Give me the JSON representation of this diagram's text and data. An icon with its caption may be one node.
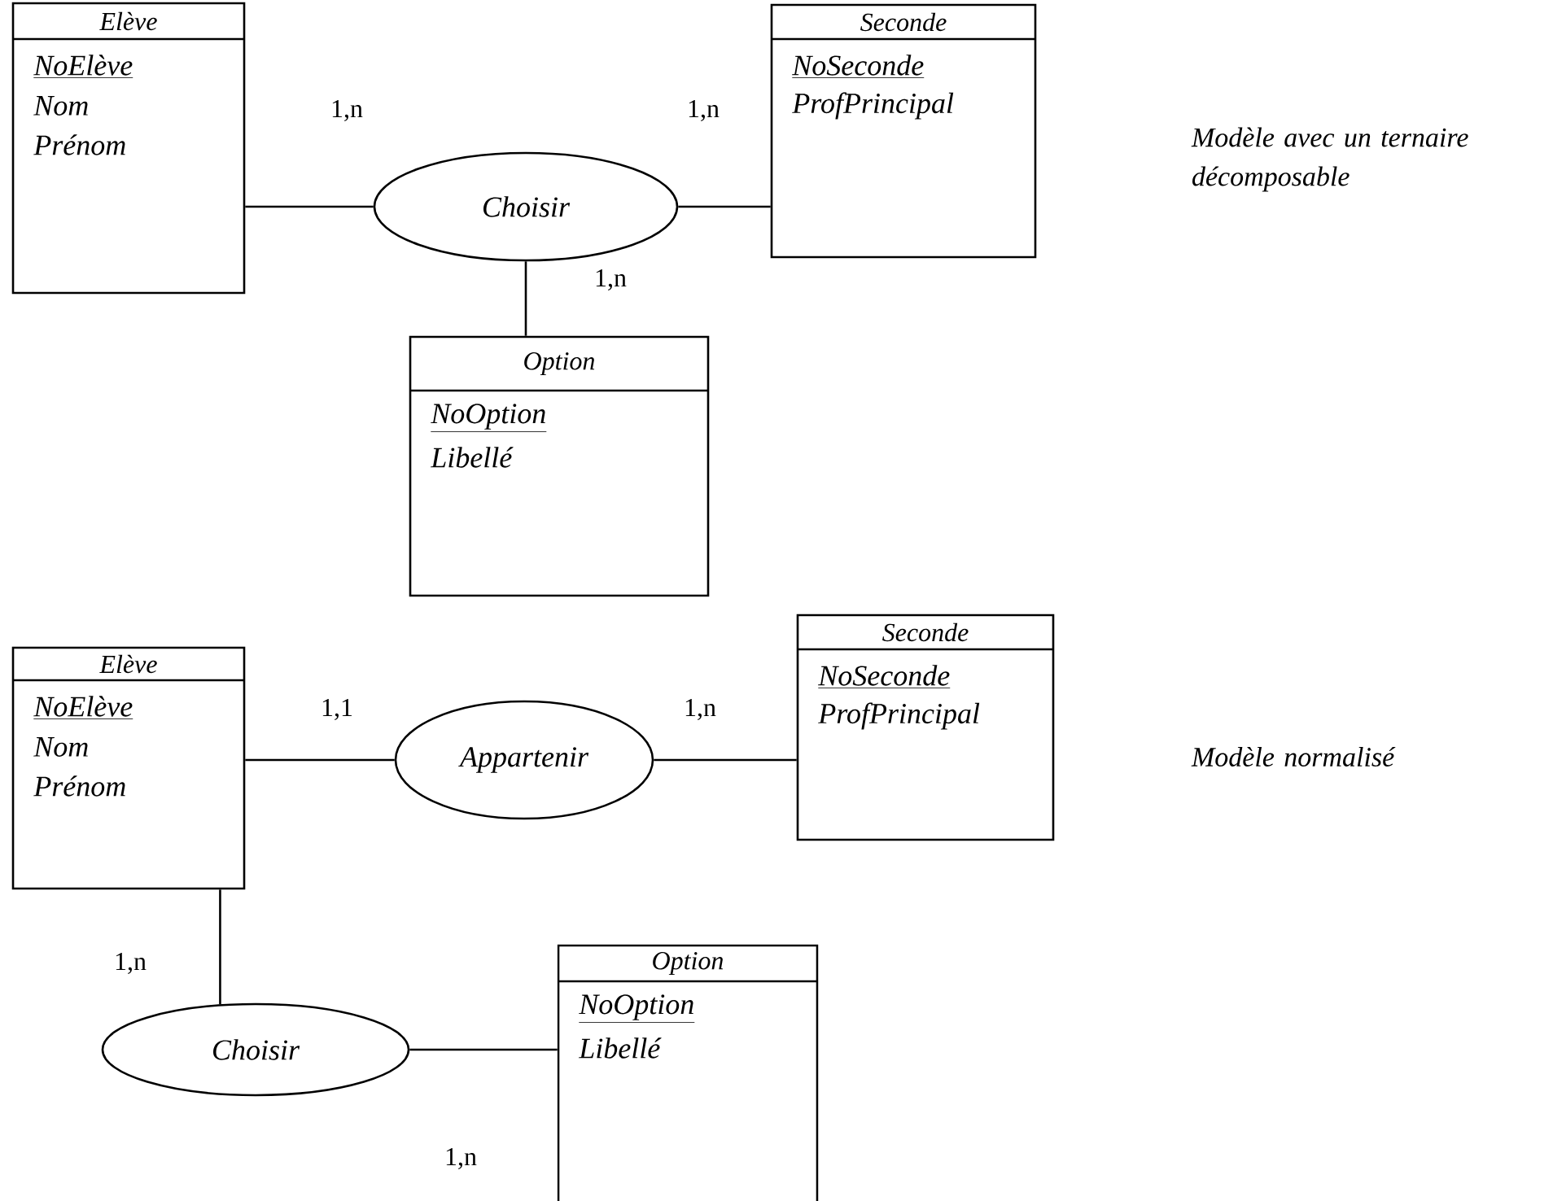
{
  "diagram": {
    "nodes": [
      {
        "text": [
          "Elève",
          "NoElève",
          "Nom",
          "Prénom"
        ]
      },
      {
        "text": [
          "Choisir"
        ]
      },
      {
        "text": [
          "Seconde",
          "NoSeconde",
          "ProfPrincipal"
        ]
      },
      {
        "text": [
          "Option",
          "NoOption",
          "Libellé"
        ]
      },
      {
        "text": [
          "Elève",
          "NoElève",
          "Nom",
          "Prénom"
        ]
      },
      {
        "text": [
          "Appartenir"
        ]
      },
      {
        "text": [
          "Seconde",
          "NoSeconde",
          "ProfPrincipal"
        ]
      },
      {
        "text": [
          "Option",
          "NoOption",
          "Libellé"
        ]
      },
      {
        "text": [
          "Choisir"
        ]
      }
    ],
    "edges": [
      {
        "from": 0,
        "to": 1,
        "arrow": "none",
        "label": "1,n"
      },
      {
        "from": 1,
        "to": 2,
        "arrow": "none",
        "label": "1,n"
      },
      {
        "from": 1,
        "to": 3,
        "arrow": "none",
        "label": "1,n"
      },
      {
        "from": 4,
        "to": 5,
        "arrow": "none",
        "label": "1,1"
      },
      {
        "from": 5,
        "to": 6,
        "arrow": "none",
        "label": "1,n"
      },
      {
        "from": 4,
        "to": 8,
        "arrow": "none",
        "label": "1,n"
      },
      {
        "from": 8,
        "to": 7,
        "arrow": "none",
        "label": "1,n"
      }
    ],
    "labels": [
      "Modèle avec un ternaire décomposable",
      "Modèle normalisé"
    ]
  }
}
